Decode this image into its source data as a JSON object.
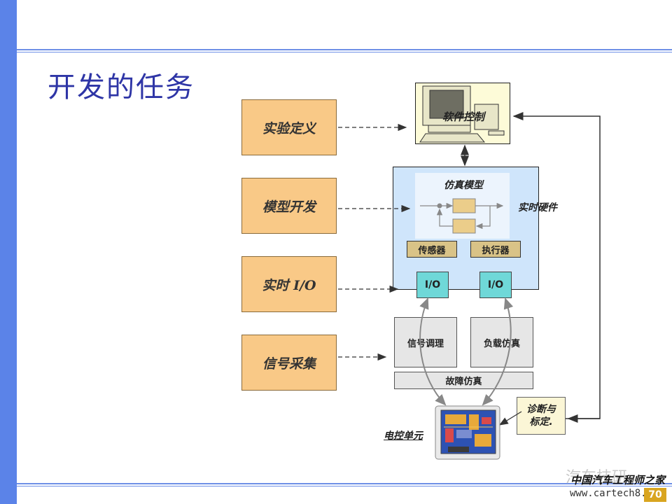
{
  "title": "开发的任务",
  "left_steps": [
    "实验定义",
    "模型开发",
    "实时 I/O",
    "信号采集"
  ],
  "software_label": "软件控制",
  "realtime_label": "实时硬件",
  "sim_model_label": "仿真模型",
  "sensor_label": "传感器",
  "actuator_label": "执行器",
  "io_labels": [
    "I/O",
    "I/O"
  ],
  "signal_cond_label": "信号调理",
  "load_sim_label": "负载仿真",
  "fault_sim_label": "故障仿真",
  "diag_label_line1": "诊断与",
  "diag_label_line2": "标定.",
  "ecu_label": "电控单元",
  "watermark": {
    "cn_top": "汽车技研",
    "cn_bottom": "中国汽车工程师之家",
    "url": "www.cartech8.com"
  },
  "page_number": "70",
  "colors": {
    "accent_bar": "#5b83e8",
    "title": "#2e35a6",
    "step_box": "#f9c987",
    "realtime_box": "#cfe5fb",
    "io_box": "#6fd8d8"
  }
}
